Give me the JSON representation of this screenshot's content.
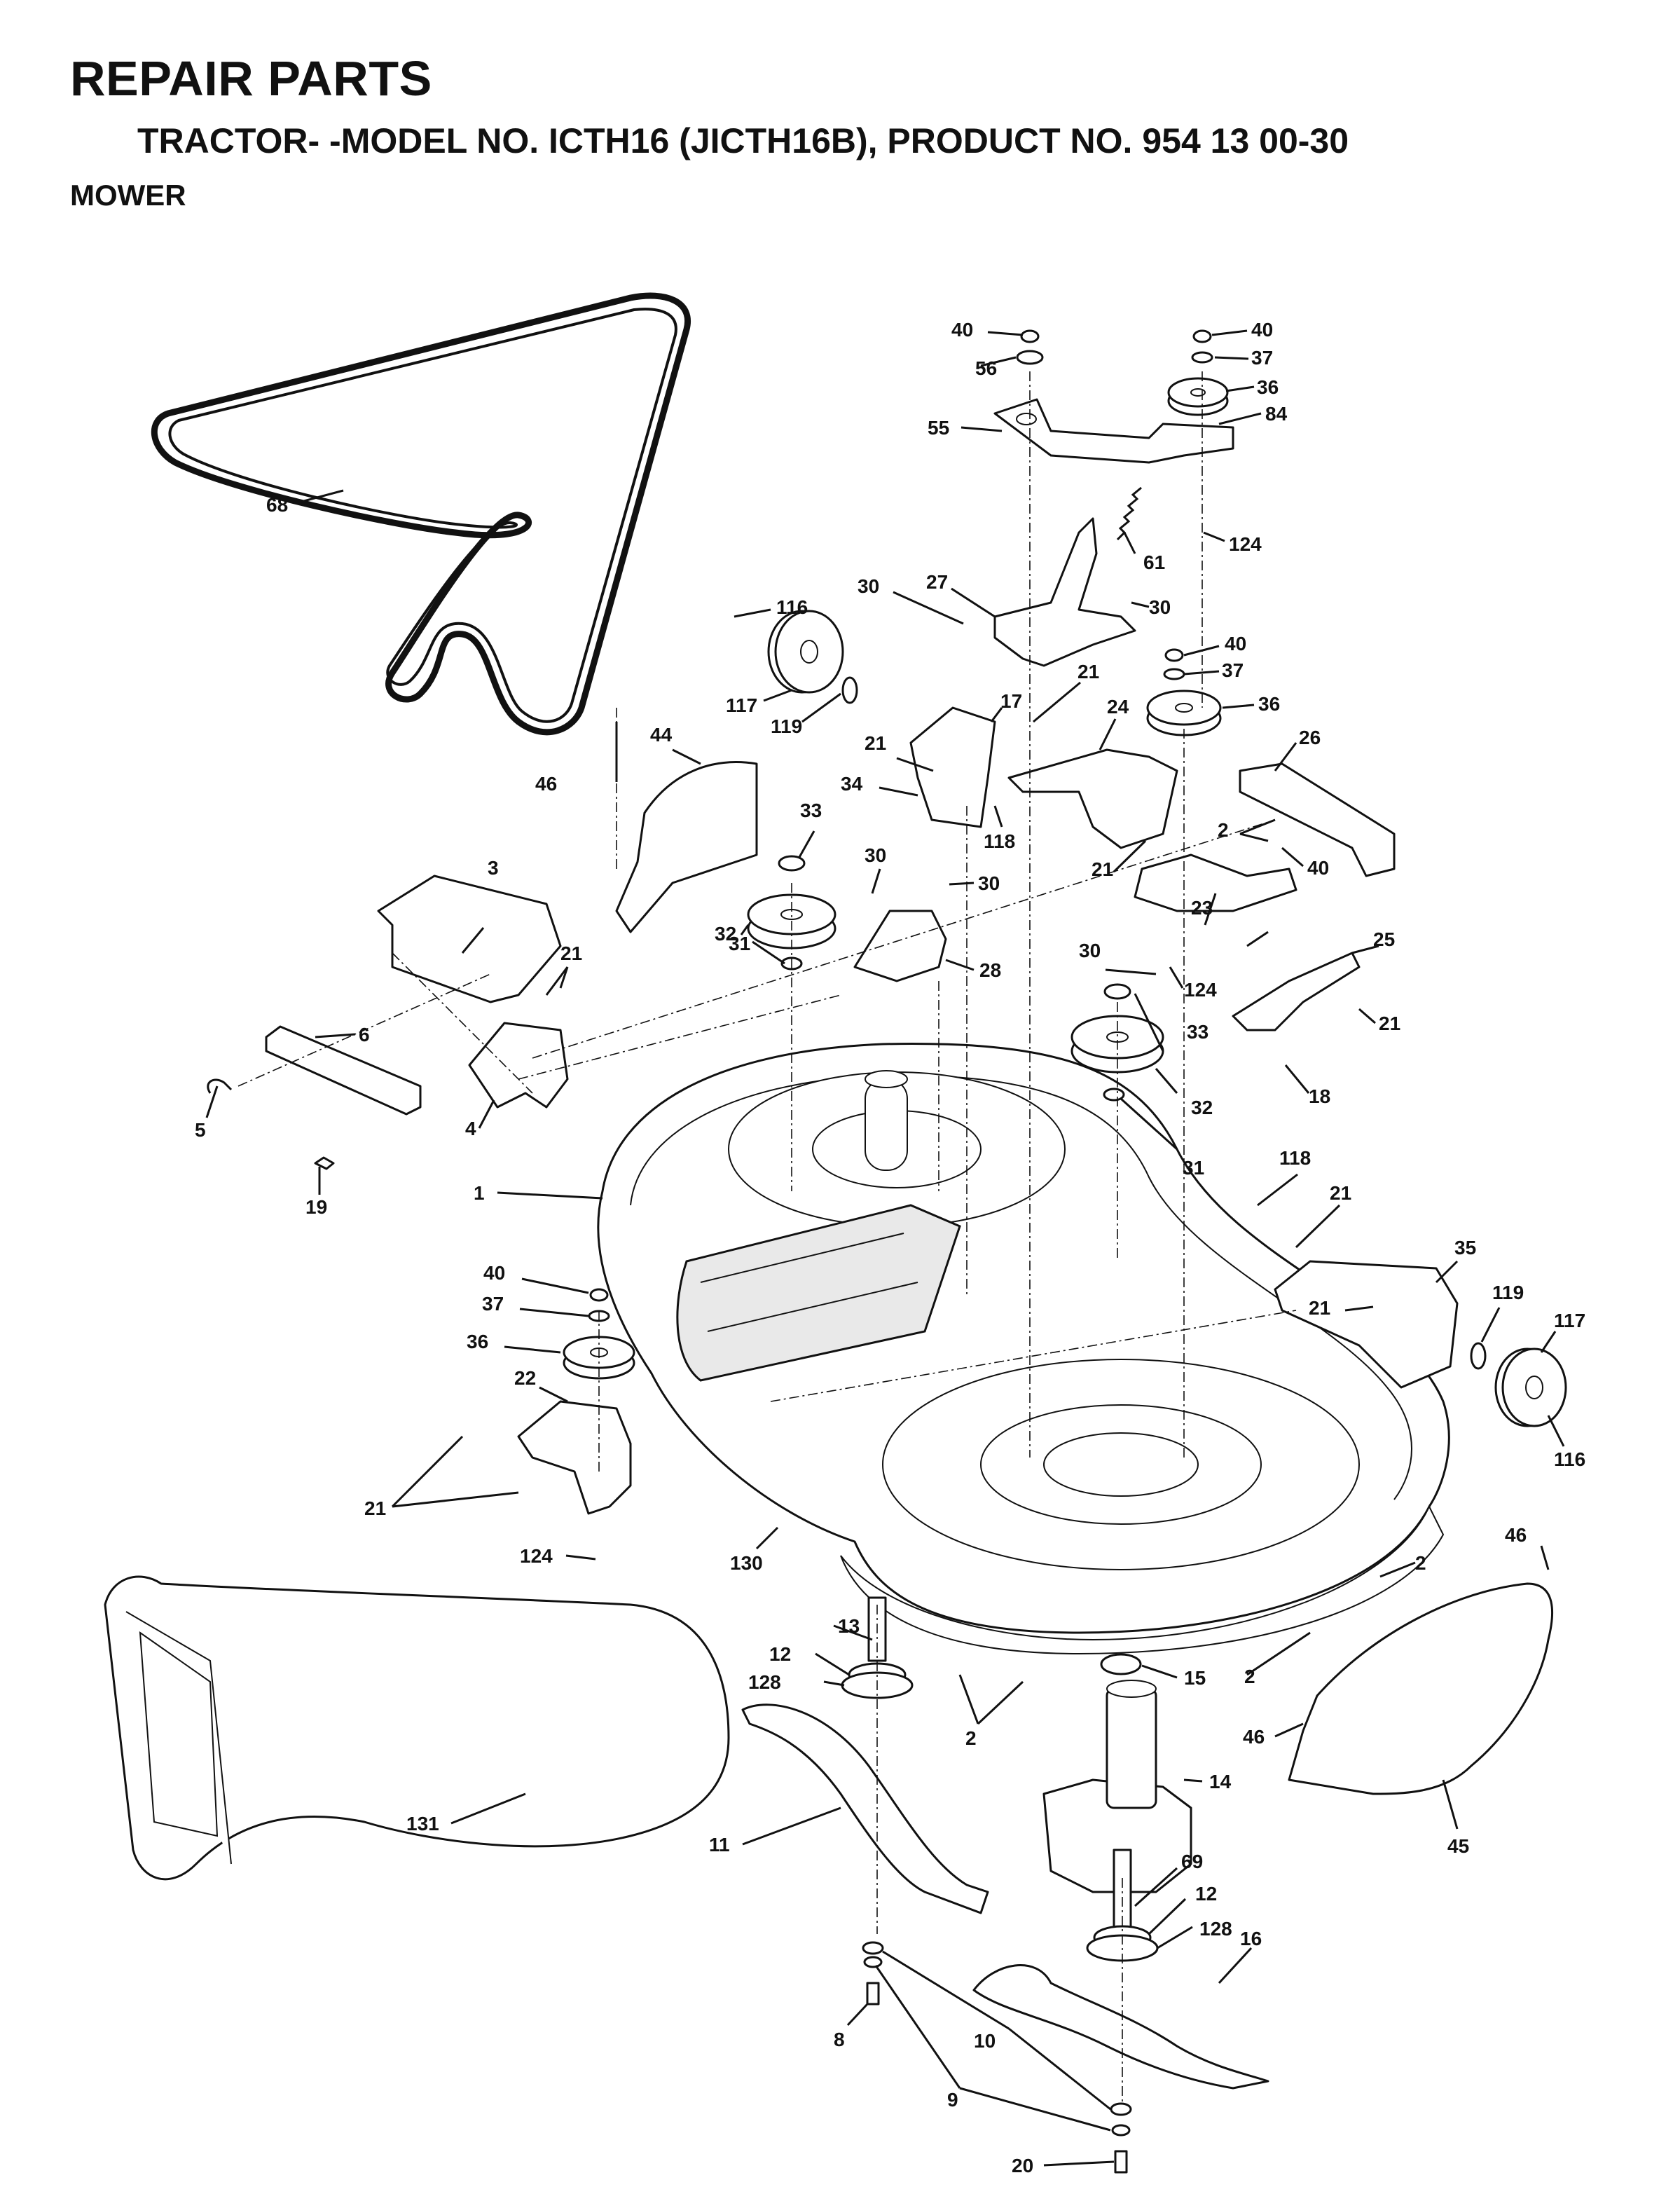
{
  "header": {
    "title": "REPAIR PARTS",
    "model_line": "TRACTOR- -MODEL NO. ICTH16 (JICTH16B), PRODUCT NO. 954 13 00-30",
    "section": "MOWER"
  },
  "callouts": [
    "68",
    "40",
    "56",
    "40",
    "37",
    "36",
    "84",
    "55",
    "61",
    "124",
    "116",
    "30",
    "27",
    "30",
    "40",
    "37",
    "117",
    "119",
    "17",
    "21",
    "36",
    "44",
    "21",
    "24",
    "26",
    "34",
    "118",
    "46",
    "33",
    "30",
    "30",
    "2",
    "40",
    "3",
    "21",
    "23",
    "32",
    "21",
    "28",
    "25",
    "30",
    "124",
    "21",
    "31",
    "6",
    "33",
    "5",
    "4",
    "32",
    "18",
    "31",
    "19",
    "1",
    "118",
    "21",
    "35",
    "40",
    "119",
    "117",
    "37",
    "21",
    "36",
    "22",
    "116",
    "21",
    "124",
    "130",
    "46",
    "2",
    "13",
    "12",
    "128",
    "15",
    "2",
    "2",
    "46",
    "14",
    "131",
    "45",
    "11",
    "69",
    "12",
    "128",
    "16",
    "8",
    "10",
    "9",
    "20"
  ]
}
